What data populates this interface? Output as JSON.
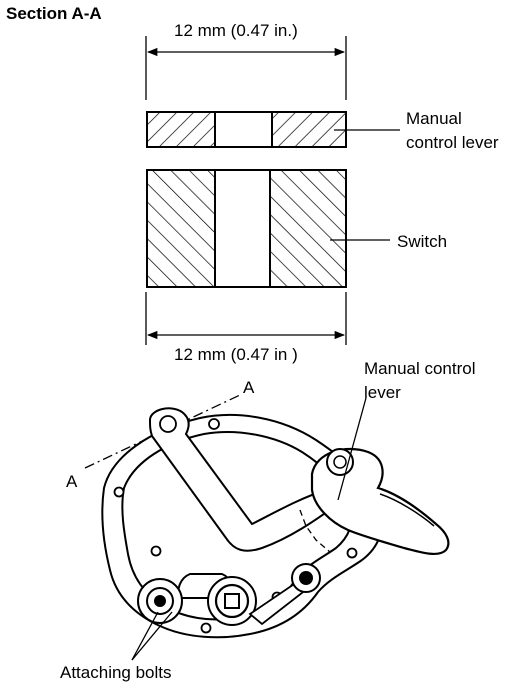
{
  "title": "Section A-A",
  "dimensions": {
    "top": "12 mm (0.47 in.)",
    "bottom": "12 mm (0.47 in )"
  },
  "callouts": {
    "manual_control_lever_section": "Manual control lever",
    "switch": "Switch",
    "manual_control_lever": "Manual control lever",
    "section_mark": "A",
    "attaching_bolts": "Attaching bolts"
  }
}
